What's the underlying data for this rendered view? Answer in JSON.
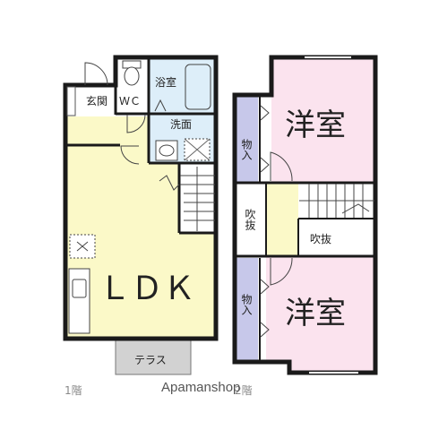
{
  "floor1": {
    "entrance": "玄関",
    "wc": "ＷＣ",
    "bath": "浴室",
    "washroom": "洗面",
    "ldk": "ＬＤＫ",
    "terrace": "テラス",
    "caption": "1階"
  },
  "floor2": {
    "room_top": "洋室",
    "room_bottom": "洋室",
    "storage_top": "物入",
    "storage_bottom": "物入",
    "void_left": "吹抜",
    "void_right": "吹抜",
    "caption": "2階"
  },
  "watermark": "Apamanshop",
  "colors": {
    "wall": "#1a1a1a",
    "ldk_fill": "#fbf9c8",
    "room_fill": "#fbe3ee",
    "wet_fill": "#ddeef9",
    "storage_fill": "#c7c8ea",
    "terrace_fill": "#d2d2d2"
  }
}
